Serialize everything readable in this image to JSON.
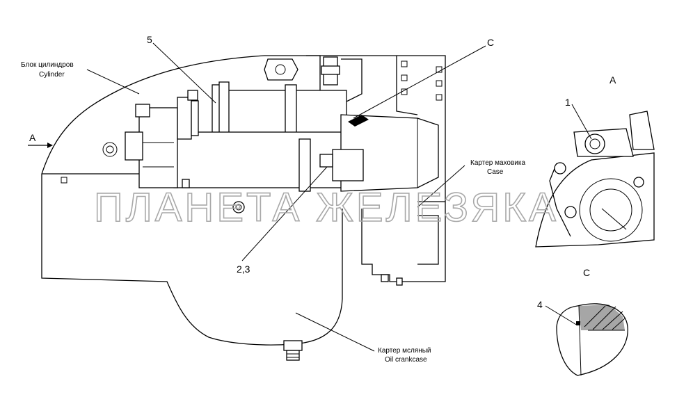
{
  "labels": {
    "cylinder_ru": "Блок цилиндров",
    "cylinder_en": "Cylinder",
    "flywheel_ru": "Картер маховика",
    "flywheel_en": "Case",
    "oil_ru": "Картер мсляный",
    "oil_en": "Oil crankcase",
    "callout_5": "5",
    "callout_23": "2,3",
    "callout_1": "1",
    "callout_4": "4",
    "view_a_arrow": "A",
    "view_a_title": "A",
    "view_c_top": "C",
    "view_c_title": "C"
  },
  "watermark": "ПЛАНЕТА ЖЕЛЕЗЯКА"
}
